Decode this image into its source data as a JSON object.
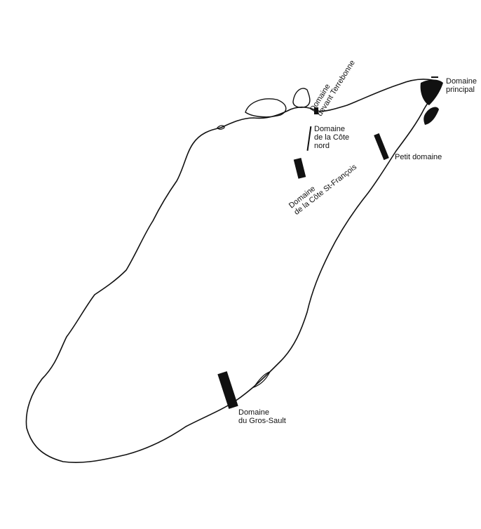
{
  "labels": {
    "devant_terrebonne": [
      "Domaine",
      "devant Terrebonne"
    ],
    "principal": [
      "Domaine",
      "principal"
    ],
    "cote_nord": [
      "Domaine",
      "de la Côte",
      "nord"
    ],
    "cote_st_francois": [
      "Domaine",
      "de la Côte St-François"
    ],
    "petit": "Petit domaine",
    "gros_sault": [
      "Domaine",
      "du Gros-Sault"
    ]
  }
}
